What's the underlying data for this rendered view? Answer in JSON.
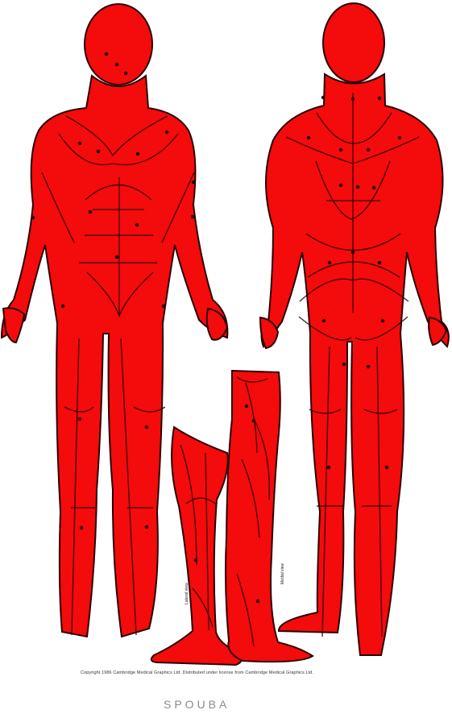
{
  "caption": "Copyright 1986 Cambridge Medical Graphics Ltd. Distributed under license from Cambridge Medical Graphics Ltd.",
  "brand": "SPOUBA",
  "labels": {
    "left_leg_side": "Lateral view",
    "right_leg_side": "Medial view"
  },
  "palette": {
    "muscle": "#f40b0b",
    "outline": "#2a0000",
    "point": "#1a0000"
  }
}
